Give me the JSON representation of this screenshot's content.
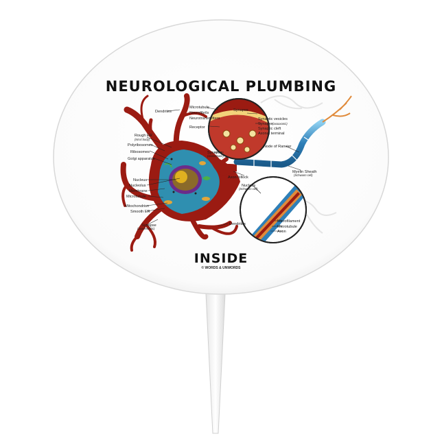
{
  "title_top": "NEUROLOGICAL PLUMBING",
  "title_bottom": "INSIDE",
  "credit": "© WORDS & UNWORDS",
  "labels": {
    "dendrites_top": "Dendrites",
    "microtubule": "Microtubule",
    "neurofibrils": "Neurofibrils",
    "neurotransmitters": "Neurotransmitters",
    "receptor": "Receptor",
    "synapse_top": "Synapse",
    "synaptic_vesicles": "Synaptic vesicles",
    "synapse_axoaxonic": "Synapse",
    "synapse_axoaxonic_sub": "(axoaxonic)",
    "synaptic_cleft": "Synaptic cleft",
    "axonal_terminal": "Axonal terminal",
    "rough_er": "Rough ER",
    "rough_er_sub": "(Nissl body)",
    "polyribosomes": "Polyribosomes",
    "ribosomes": "Ribosomes",
    "golgi": "Golgi apparatus",
    "synapse_axosomatic": "Synapse",
    "synapse_axosomatic_sub": "(axosomatic)",
    "node_of_ranvier": "Node of Ranvier",
    "myelin_sheath": "Myelin Sheath",
    "myelin_sheath_sub": "(Schwann cell)",
    "axon_hillock": "Axon hillock",
    "nucleus_left": "Nucleus",
    "nucleolus": "Nucleolus",
    "membrane": "Membrane",
    "microtubule_left": "Microtubule",
    "nucleus_right": "Nucleus",
    "nucleus_right_sub": "(Schwann cell)",
    "mitochondrion": "Mitochondrion",
    "smooth_er": "Smooth ER",
    "synapse_axodendritic": "Synapse",
    "synapse_axodendritic_sub": "(axodendritic)",
    "microfilament": "Microfilament",
    "microtubule_right": "Microtubule",
    "axon": "Axon",
    "dendrites_bottom": "Dendrites"
  },
  "colors": {
    "neuron": "#9b1b12",
    "cytoplasm": "#2f8fb0",
    "nucleus": "#6a2c8a",
    "nucleolus": "#e0b020",
    "myelin": "#3a8cc7",
    "axon_orange": "#e08a3a",
    "background": "#ffffff"
  }
}
